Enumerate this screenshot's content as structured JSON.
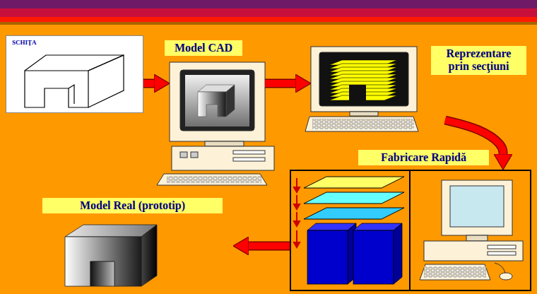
{
  "diagram": {
    "nodes": [
      {
        "text": [
          "SCHIŢA"
        ]
      },
      {
        "text": [
          "Model CAD"
        ]
      },
      {
        "text": [
          "Reprezentare prin secţiuni"
        ]
      },
      {
        "text": [
          "Fabricare Rapidă"
        ]
      },
      {
        "text": [
          "Model Real (prototip)"
        ]
      }
    ],
    "edges": [
      {
        "from": 0,
        "to": 1,
        "arrow": "to"
      },
      {
        "from": 1,
        "to": 2,
        "arrow": "to"
      },
      {
        "from": 2,
        "to": 3,
        "arrow": "to"
      },
      {
        "from": 3,
        "to": 4,
        "arrow": "to"
      }
    ]
  }
}
